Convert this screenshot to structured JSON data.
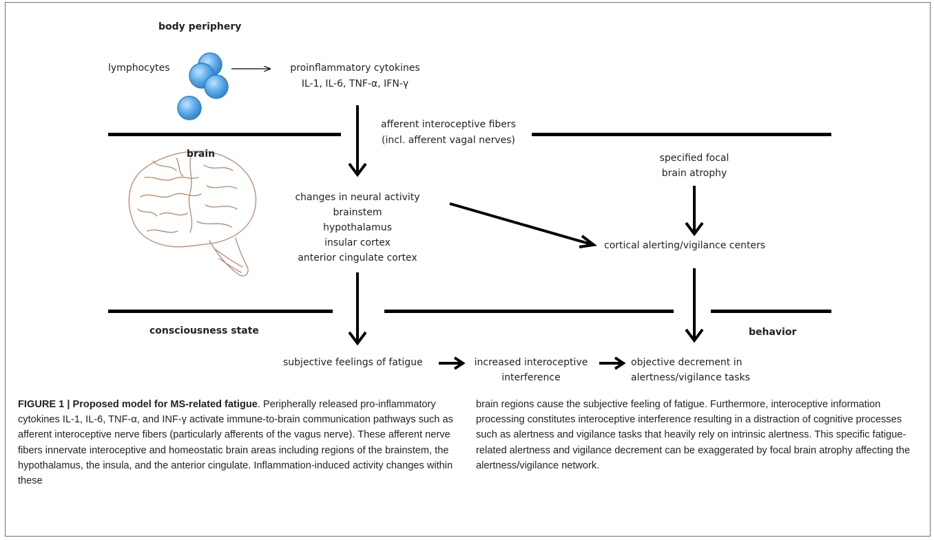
{
  "diagram": {
    "sections": {
      "body_periphery": "body periphery",
      "brain": "brain",
      "consciousness_state": "consciousness state",
      "behavior": "behavior"
    },
    "nodes": {
      "lymphocytes": "lymphocytes",
      "cytokines_title": "proinflammatory cytokines",
      "cytokines_list": "IL-1, IL-6, TNF-α, IFN-γ",
      "afferent_line1": "afferent interoceptive fibers",
      "afferent_line2": "(incl. afferent vagal nerves)",
      "atrophy_line1": "specified focal",
      "atrophy_line2": "brain atrophy",
      "neural_line1": "changes in neural activity",
      "neural_line2": "brainstem",
      "neural_line3": "hypothalamus",
      "neural_line4": "insular cortex",
      "neural_line5": "anterior cingulate cortex",
      "cortical": "cortical alerting/vigilance centers",
      "fatigue": "subjective feelings of fatigue",
      "interference_line1": "increased interoceptive",
      "interference_line2": "interference",
      "decrement_line1": "objective decrement in",
      "decrement_line2": "alertness/vigilance tasks"
    },
    "icons": {
      "cells": "lymphocyte-cells-icon",
      "brain": "brain-illustration-icon"
    },
    "colors": {
      "cell_fill": "#5aa9e6",
      "cell_edge": "#2f7fc4",
      "brain_stroke": "#b7876a",
      "arrow": "#000000"
    }
  },
  "caption": {
    "label": "FIGURE 1 | Proposed model for MS-related fatigue",
    "left_text": ". Peripherally released pro-inflammatory cytokines IL-1, IL-6, TNF-α, and INF-γ activate immune-to-brain communication pathways such as afferent interoceptive nerve fibers (particularly afferents of the vagus nerve). These afferent nerve fibers innervate interoceptive and homeostatic brain areas including regions of the brainstem, the hypothalamus, the insula, and the anterior cingulate. Inflammation-induced activity changes within these",
    "right_text": "brain regions cause the subjective feeling of fatigue. Furthermore, interoceptive information processing constitutes interoceptive interference resulting in a distraction of cognitive processes such as alertness and vigilance tasks that heavily rely on intrinsic alertness. This specific fatigue-related alertness and vigilance decrement can be exaggerated by focal brain atrophy affecting the alertness/vigilance network."
  }
}
